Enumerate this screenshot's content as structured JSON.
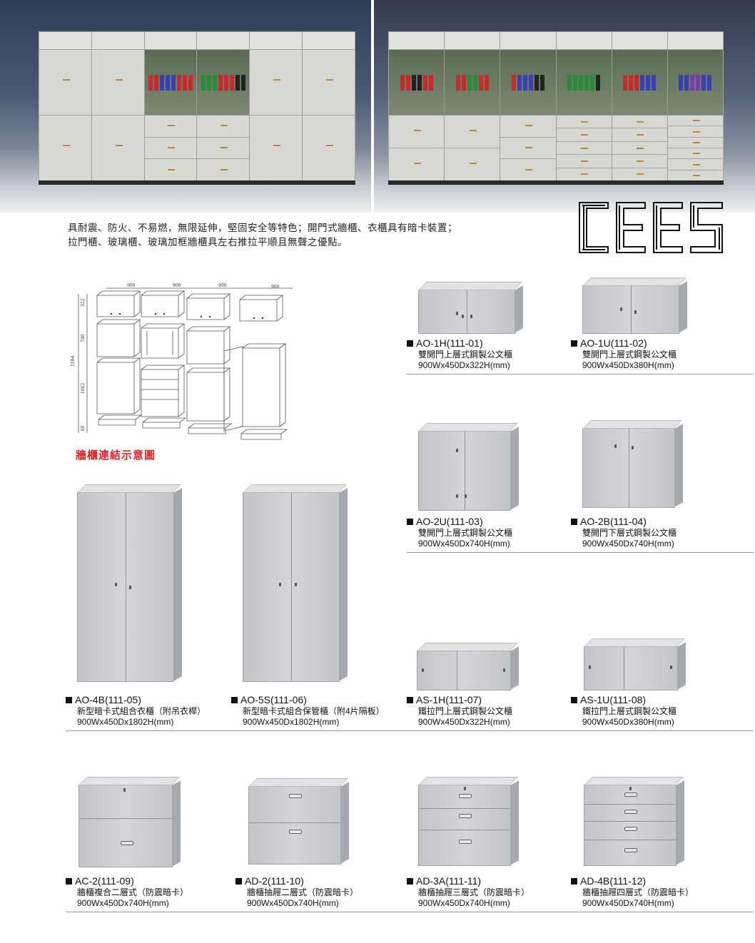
{
  "intro": {
    "line1": "具耐震、防火、不易燃，無限延伸，堅固安全等特色；開門式牆櫃、衣櫃具有暗卡裝置；",
    "line2": "拉門櫃、玻璃櫃、玻璃加框牆櫃具左右推拉平順且無聲之優點。"
  },
  "logo_text": "CEES",
  "diagram": {
    "caption": "牆櫃連結示意圖",
    "widths": [
      "900",
      "900",
      "900",
      "900"
    ],
    "heights": [
      "322",
      "740",
      "2184",
      "1062",
      "60"
    ]
  },
  "products": [
    {
      "code": "AO-1H(111-01)",
      "desc": "雙開門上層式鋼製公文櫃",
      "dim": "900Wx450Dx322H(mm)"
    },
    {
      "code": "AO-1U(111-02)",
      "desc": "雙開門上層式鋼製公文櫃",
      "dim": "900Wx450Dx380H(mm)"
    },
    {
      "code": "AO-2U(111-03)",
      "desc": "雙開門上層式鋼製公文櫃",
      "dim": "900Wx450Dx740H(mm)"
    },
    {
      "code": "AO-2B(111-04)",
      "desc": "雙開門下層式鋼製公文櫃",
      "dim": "900Wx450Dx740H(mm)"
    },
    {
      "code": "AO-4B(111-05)",
      "desc": "新型暗卡式組合衣櫃（附吊衣桿）",
      "dim": "900Wx450Dx1802H(mm)"
    },
    {
      "code": "AO-5S(111-06)",
      "desc": "新型暗卡式組合保管櫃（附4片隔板）",
      "dim": "900Wx450Dx1802H(mm)"
    },
    {
      "code": "AS-1H(111-07)",
      "desc": "鐵拉門上層式鋼製公文櫃",
      "dim": "900Wx450Dx322H(mm)"
    },
    {
      "code": "AS-1U(111-08)",
      "desc": "鐵拉門上層式鋼製公文櫃",
      "dim": "900Wx450Dx380H(mm)"
    },
    {
      "code": "AC-2(111-09)",
      "desc": "牆櫃複合二層式（防震暗卡）",
      "dim": "900Wx450Dx740H(mm)"
    },
    {
      "code": "AD-2(111-10)",
      "desc": "牆櫃抽屜二層式（防震暗卡）",
      "dim": "900Wx450Dx740H(mm)"
    },
    {
      "code": "AD-3A(111-11)",
      "desc": "牆櫃抽屜三層式（防震暗卡）",
      "dim": "900Wx450Dx740H(mm)"
    },
    {
      "code": "AD-4B(111-12)",
      "desc": "牆櫃抽屜四層式（防震暗卡）",
      "dim": "900Wx450Dx740H(mm)"
    }
  ]
}
